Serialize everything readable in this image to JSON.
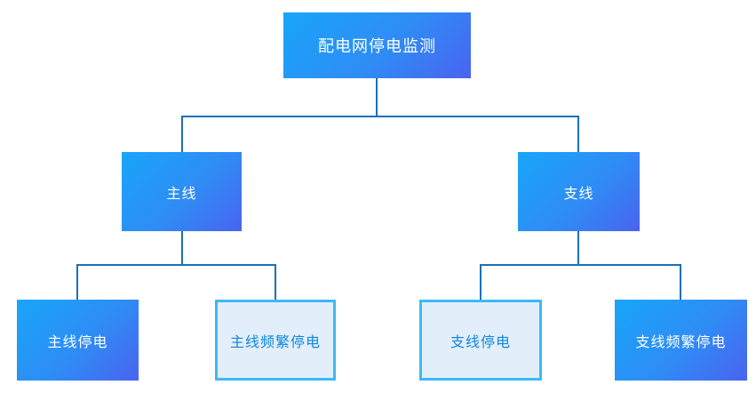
{
  "diagram": {
    "title": "配电网停电监测",
    "type": "org-tree",
    "colors": {
      "solid_gradient_start": "#18a6f9",
      "solid_gradient_end": "#4a63f0",
      "light_fill": "#e3eefb",
      "light_border": "#3cb9f8",
      "light_text": "#0e87dc",
      "solid_text": "#ffffff",
      "connector": "#1a70b8",
      "background": "#ffffff"
    },
    "nodes": {
      "root": {
        "label": "配电网停电监测",
        "level": 1,
        "style": "solid"
      },
      "main_line": {
        "label": "主线",
        "level": 2,
        "style": "solid",
        "parent": "root"
      },
      "branch_line": {
        "label": "支线",
        "level": 2,
        "style": "solid",
        "parent": "root"
      },
      "main_outage": {
        "label": "主线停电",
        "level": 3,
        "style": "solid",
        "parent": "main_line"
      },
      "main_frequent_outage": {
        "label": "主线频繁停电",
        "level": 3,
        "style": "light",
        "parent": "main_line"
      },
      "branch_outage": {
        "label": "支线停电",
        "level": 3,
        "style": "light",
        "parent": "branch_line"
      },
      "branch_frequent_outage": {
        "label": "支线频繁停电",
        "level": 3,
        "style": "solid",
        "parent": "branch_line"
      }
    }
  }
}
